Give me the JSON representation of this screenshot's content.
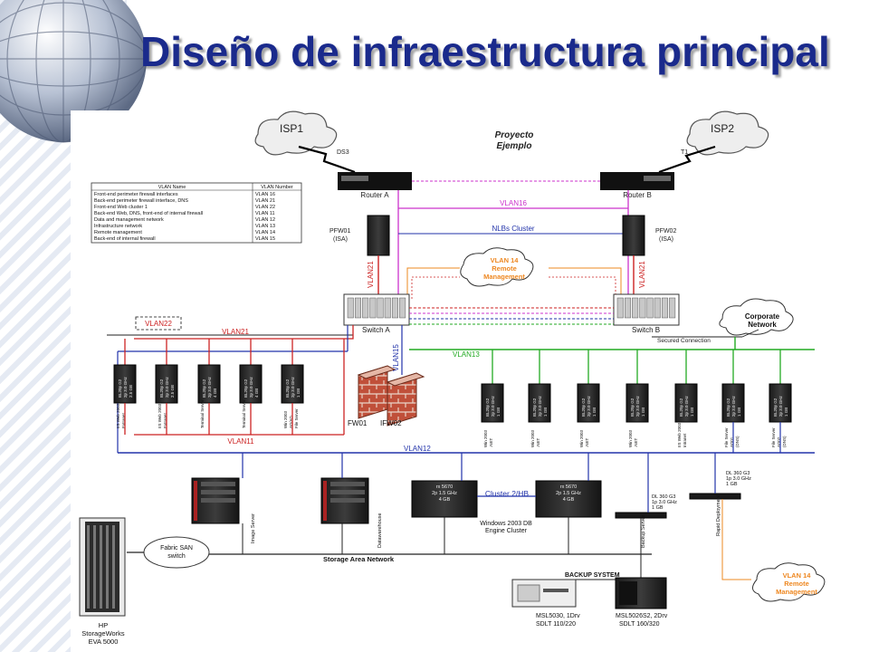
{
  "slide": {
    "title": "Diseño de infraestructura principal"
  },
  "diagram": {
    "project_title": [
      "Proyecto",
      "Ejemplo"
    ],
    "isp": {
      "left": "ISP1",
      "right": "ISP2"
    },
    "links": {
      "left": "DS3",
      "right": "T1"
    },
    "routers": {
      "a": "Router A",
      "b": "Router B"
    },
    "vlan_table": {
      "headers": [
        "VLAN Name",
        "VLAN Number"
      ],
      "rows": [
        [
          "Front-end perimeter firewall interfaces",
          "VLAN 16"
        ],
        [
          "Back-end perimeter firewall interface, DNS",
          "VLAN 21"
        ],
        [
          "Front-end Web cluster 1",
          "VLAN 22"
        ],
        [
          "Back-end Web, DNS, front-end of internal firewall",
          "VLAN 11"
        ],
        [
          "Data and management network",
          "VLAN 12"
        ],
        [
          "Infrastructure network",
          "VLAN 13"
        ],
        [
          "Remote management",
          "VLAN 14"
        ],
        [
          "Back-end of internal firewall",
          "VLAN 15"
        ]
      ]
    },
    "vlans": {
      "v16": "VLAN16",
      "v21": "VLAN21",
      "v22": "VLAN22",
      "v11": "VLAN11",
      "v12": "VLAN12",
      "v13": "VLAN13",
      "v15": "VLAN15"
    },
    "nlb_cluster": "NLBs Cluster",
    "pfw": {
      "left": [
        "PFW01",
        "(ISA)"
      ],
      "right": [
        "PFW02",
        "(ISA)"
      ]
    },
    "vlan14": [
      "VLAN 14",
      "Remote",
      "Management"
    ],
    "switches": {
      "a": "Switch A",
      "b": "Switch B"
    },
    "corporate": [
      "Corporate",
      "Network"
    ],
    "secured_connection": "Secured Connection",
    "firewalls": {
      "fw1": "FW01",
      "fw2": "IFW02"
    },
    "left_blades": [
      {
        "spec": [
          "BL20p G2",
          "2p 3.0 GHz",
          "2.5 GB"
        ],
        "role": [
          "IIS Web 2003",
          "Extranet"
        ]
      },
      {
        "spec": [
          "BL20p G2",
          "2p 3.0 GHz",
          "2.5 GB"
        ],
        "role": [
          "IIS Web 2003",
          "Extranet"
        ]
      },
      {
        "spec": [
          "BL20p G2",
          "2p 3.0 GHz",
          "4 GB"
        ],
        "role": [
          "Terminal Server"
        ]
      },
      {
        "spec": [
          "BL20p G2",
          "2p 3.0 GHz",
          "4 GB"
        ],
        "role": [
          "Terminal Server"
        ]
      },
      {
        "spec": [
          "BL20p G2",
          "2p 3.0 GHz",
          "1 GB"
        ],
        "role": [
          "Win 2003",
          "AD/AD",
          "File Server"
        ]
      }
    ],
    "right_blades": [
      {
        "spec": [
          "BL20p G2",
          "2p 3.0 GHz",
          "1 GB"
        ],
        "role": [
          "Win 2003",
          ".NET"
        ]
      },
      {
        "spec": [
          "BL20p G2",
          "2p 3.0 GHz",
          "1 GB"
        ],
        "role": [
          "Win 2003",
          ".NET"
        ]
      },
      {
        "spec": [
          "BL20p G2",
          "2p 3.0 GHz",
          "1 GB"
        ],
        "role": [
          "Win 2003",
          ".NET"
        ]
      },
      {
        "spec": [
          "BL20p G2",
          "2p 3.0 GHz",
          "1 GB"
        ],
        "role": [
          "Win 2003",
          ".NET"
        ]
      },
      {
        "spec": [
          "BL20p G2",
          "2p 3.0 GHz",
          "1 GB"
        ],
        "role": [
          "IIS Web 2003",
          "Intranet"
        ]
      },
      {
        "spec": [
          "BL20p G2",
          "2p 3.0 GHz",
          "1 GB"
        ],
        "role": [
          "File Server",
          "AD01",
          "(DNS)"
        ]
      },
      {
        "spec": [
          "BL20p G2",
          "2p 3.0 GHz",
          "1 GB"
        ],
        "role": [
          "File Server",
          "AD02",
          "(DNS)"
        ]
      }
    ],
    "image_server": "Image Server",
    "datawarehouse": "Datawarehouse",
    "cluster_label": "Cluster 2/HB",
    "rx5670": [
      "rx 5670",
      "2p 1.5 GHz",
      "4 GB"
    ],
    "db_cluster": [
      "Windows 2003 DB",
      "Engine Cluster"
    ],
    "dl360_left": [
      "DL 360 G3",
      "1p 3.0 GHz",
      "1 GB"
    ],
    "dl360_right": [
      "DL 360 G3",
      "1p 3.0 GHz",
      "1 GB"
    ],
    "backup_server": "Backup Server",
    "rapid_deployment": "Rapid Deployment",
    "fabric_switch": [
      "Fabric SAN",
      "switch"
    ],
    "san": "Storage Area Network",
    "backup_system": "BACKUP SYSTEM",
    "msl5030": [
      "MSL5030, 1Drv",
      "SDLT 110/220"
    ],
    "msl5026": [
      "MSL5026S2, 2Drv",
      "SDLT 160/320"
    ],
    "storage": [
      "HP",
      "StorageWorks",
      "EVA 5000"
    ],
    "colors": {
      "title": "#1a2a8c",
      "vlan16": "#cc33cc",
      "vlan21": "#cc2222",
      "vlan12": "#2233aa",
      "vlan13": "#22aa22",
      "vlan14": "#ee8822",
      "nlb": "#2233aa",
      "vlan15": "#2233aa"
    }
  }
}
